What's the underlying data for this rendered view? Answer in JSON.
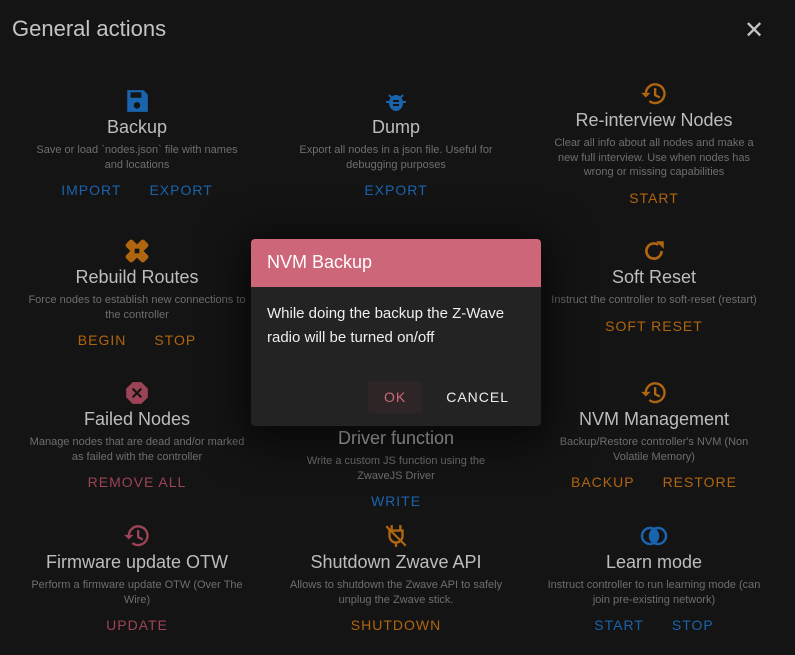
{
  "header": {
    "title": "General actions"
  },
  "colors": {
    "blue": "#1a63ad",
    "orange": "#b0650f",
    "red": "#9c4455",
    "dialog_header": "#cd6678"
  },
  "actions": [
    {
      "icon": "floppy-disk-icon",
      "title": "Backup",
      "desc": "Save or load `nodes.json` file with names and locations",
      "buttons": [
        "IMPORT",
        "EXPORT"
      ]
    },
    {
      "icon": "bug-icon",
      "title": "Dump",
      "desc": "Export all nodes in a json file. Useful for debugging purposes",
      "buttons": [
        "EXPORT"
      ]
    },
    {
      "icon": "history-icon",
      "title": "Re-interview Nodes",
      "desc": "Clear all info about all nodes and make a new full interview. Use when nodes has wrong or missing capabilities",
      "buttons": [
        "START"
      ]
    },
    {
      "icon": "bandage-icon",
      "title": "Rebuild Routes",
      "desc": "Force nodes to establish new connections to the controller",
      "buttons": [
        "BEGIN",
        "STOP"
      ]
    },
    {
      "icon": "refresh-icon",
      "title": "Soft Reset",
      "desc": "Instruct the controller to soft-reset (restart)",
      "buttons": [
        "SOFT RESET"
      ]
    },
    {
      "icon": "close-octagon-icon",
      "title": "Failed Nodes",
      "desc": "Manage nodes that are dead and/or marked as failed with the controller",
      "buttons": [
        "REMOVE ALL"
      ]
    },
    {
      "icon": "code-icon",
      "title": "Driver function",
      "desc": "Write a custom JS function using the ZwaveJS Driver",
      "buttons": [
        "WRITE"
      ]
    },
    {
      "icon": "clock-restore-icon",
      "title": "NVM Management",
      "desc": "Backup/Restore controller's NVM (Non Volatile Memory)",
      "buttons": [
        "BACKUP",
        "RESTORE"
      ]
    },
    {
      "icon": "clock-restore-icon",
      "title": "Firmware update OTW",
      "desc": "Perform a firmware update OTW (Over The Wire)",
      "buttons": [
        "UPDATE"
      ]
    },
    {
      "icon": "power-plug-off-icon",
      "title": "Shutdown Zwave API",
      "desc": "Allows to shutdown the Zwave API to safely unplug the Zwave stick.",
      "buttons": [
        "SHUTDOWN"
      ]
    },
    {
      "icon": "circles-icon",
      "title": "Learn mode",
      "desc": "Instruct controller to run learning mode (can join pre-existing network)",
      "buttons": [
        "START",
        "STOP"
      ]
    }
  ],
  "dialog": {
    "title": "NVM Backup",
    "message": "While doing the backup the Z-Wave radio will be turned on/off",
    "ok": "OK",
    "cancel": "CANCEL"
  }
}
